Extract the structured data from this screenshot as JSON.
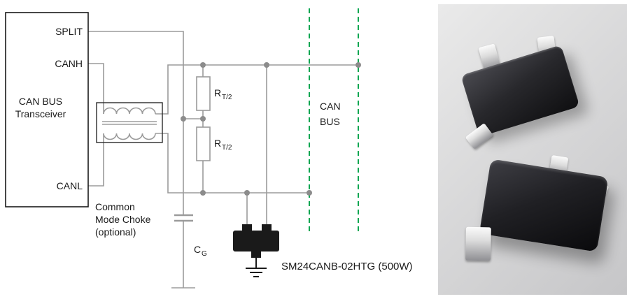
{
  "colors": {
    "green": "#00A651",
    "wire_gray": "#9B9B9B",
    "component_black": "#1A1A1A"
  },
  "transceiver": {
    "name_line1": "CAN BUS",
    "name_line2": "Transceiver",
    "pin_split": "SPLIT",
    "pin_canh": "CANH",
    "pin_canl": "CANL"
  },
  "choke": {
    "line1": "Common",
    "line2": "Mode Choke",
    "line3": "(optional)"
  },
  "termination": {
    "r_main": "R",
    "r_sub": "T/2",
    "cap_main": "C",
    "cap_sub": "G"
  },
  "bus": {
    "line1": "CAN",
    "line2": "BUS"
  },
  "tvs": {
    "part_label": "SM24CANB-02HTG (500W)"
  }
}
